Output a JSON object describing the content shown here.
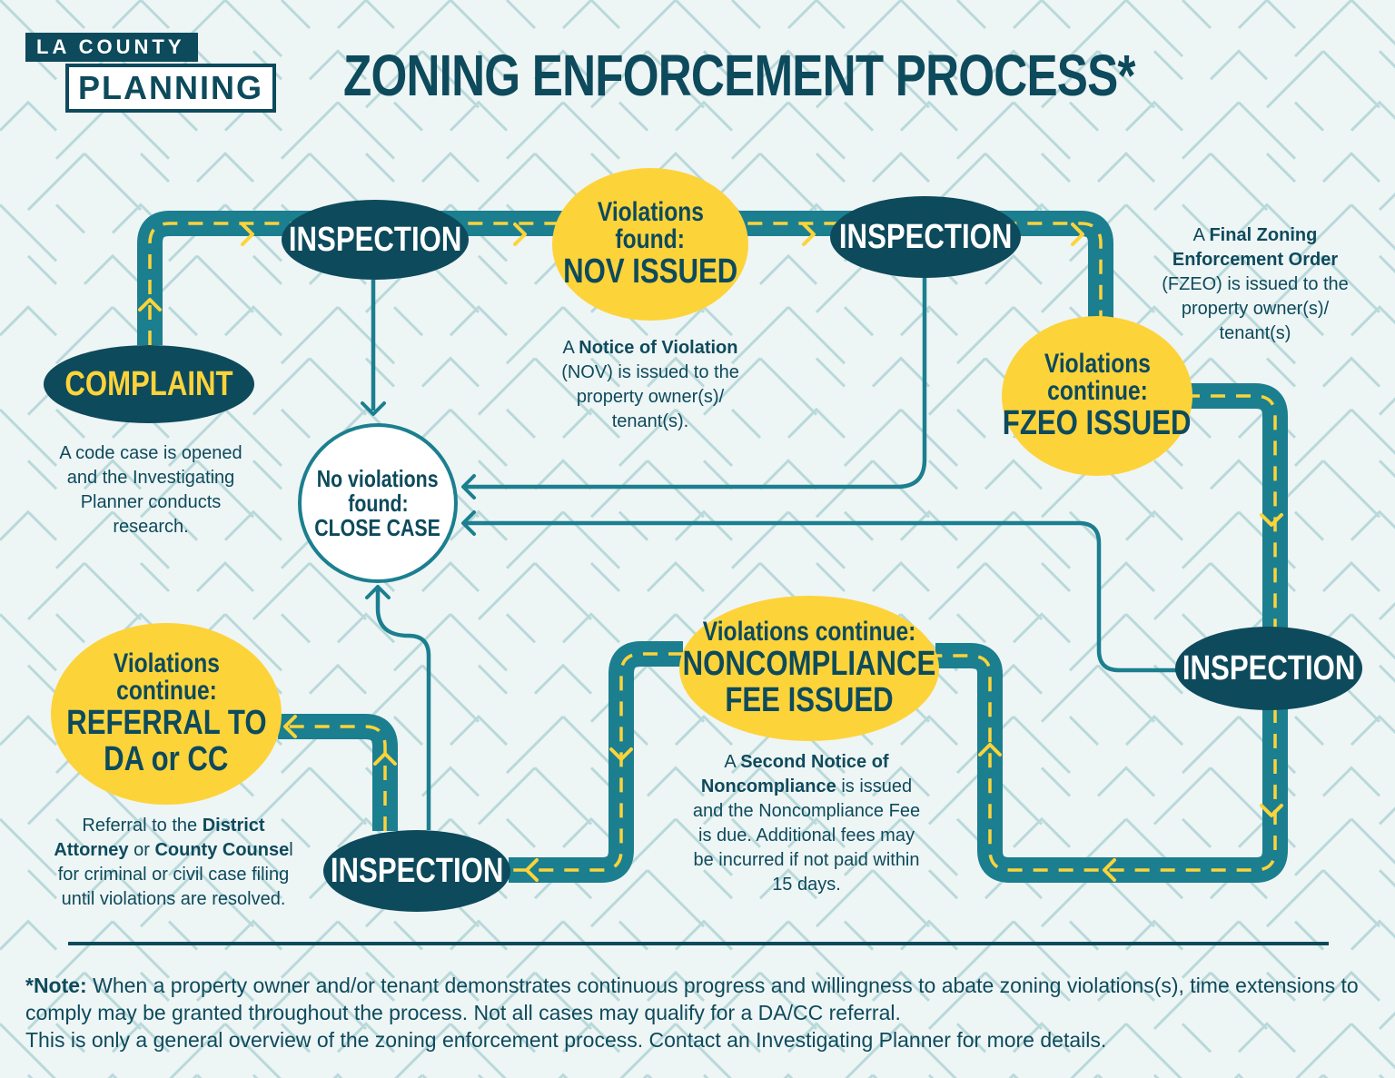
{
  "logo": {
    "line1": "LA COUNTY",
    "line2": "PLANNING"
  },
  "title": "ZONING ENFORCEMENT PROCESS*",
  "colors": {
    "navy": "#0d4a5c",
    "teal": "#1b7f8f",
    "yellow": "#fdd33a",
    "background": "#eef5f5"
  },
  "nodes": {
    "complaint": {
      "label": "COMPLAINT"
    },
    "inspection_1": {
      "label": "INSPECTION"
    },
    "nov": {
      "line1": "Violations",
      "line2": "found:",
      "line3": "NOV ISSUED"
    },
    "inspection_2": {
      "label": "INSPECTION"
    },
    "fzeo": {
      "line1": "Violations",
      "line2": "continue:",
      "line3": "FZEO ISSUED"
    },
    "inspection_3": {
      "label": "INSPECTION"
    },
    "noncompliance": {
      "line1": "Violations continue:",
      "line2": "NONCOMPLIANCE",
      "line3": "FEE ISSUED"
    },
    "inspection_4": {
      "label": "INSPECTION"
    },
    "referral": {
      "line1": "Violations",
      "line2": "continue:",
      "line3": "REFERRAL TO",
      "line4": "DA or CC"
    },
    "close": {
      "line1": "No violations",
      "line2": "found:",
      "line3": "CLOSE CASE"
    }
  },
  "descriptions": {
    "complaint": {
      "line1": "A code case is opened",
      "line2": "and the Investigating",
      "line3": "Planner conducts",
      "line4": "research."
    },
    "nov": {
      "pre": "A ",
      "bold": "Notice of Violation",
      "line2": "(NOV) is issued to the",
      "line3": "property owner(s)/",
      "line4": "tenant(s)."
    },
    "fzeo": {
      "pre": "A ",
      "bold1": "Final Zoning",
      "bold2": "Enforcement Order",
      "line3": "(FZEO) is issued to the",
      "line4": "property owner(s)/",
      "line5": "tenant(s)"
    },
    "noncompliance": {
      "pre": "A ",
      "bold1": "Second Notice of",
      "bold2": "Noncompliance",
      "rest2": " is issued",
      "line3": "and the Noncompliance Fee",
      "line4": "is due. Additional fees may",
      "line5": "be incurred if not paid within",
      "line6": "15 days."
    },
    "referral": {
      "pre": "Referral to the ",
      "bold1": "District",
      "bold2": "Attorney",
      "mid": " or ",
      "bold3": "County Counse",
      "tail": "l",
      "line3": "for criminal or civil case filing",
      "line4": "until violations are resolved."
    }
  },
  "note": {
    "bold": "*Note:",
    "text1": " When a property owner and/or tenant demonstrates continuous progress and willingness to abate zoning violations(s), time extensions to comply may be granted throughout the process. Not all cases may qualify for a DA/CC referral.",
    "text2": "This is only a general overview of the zoning enforcement process. Contact an Investigating Planner for more details."
  }
}
